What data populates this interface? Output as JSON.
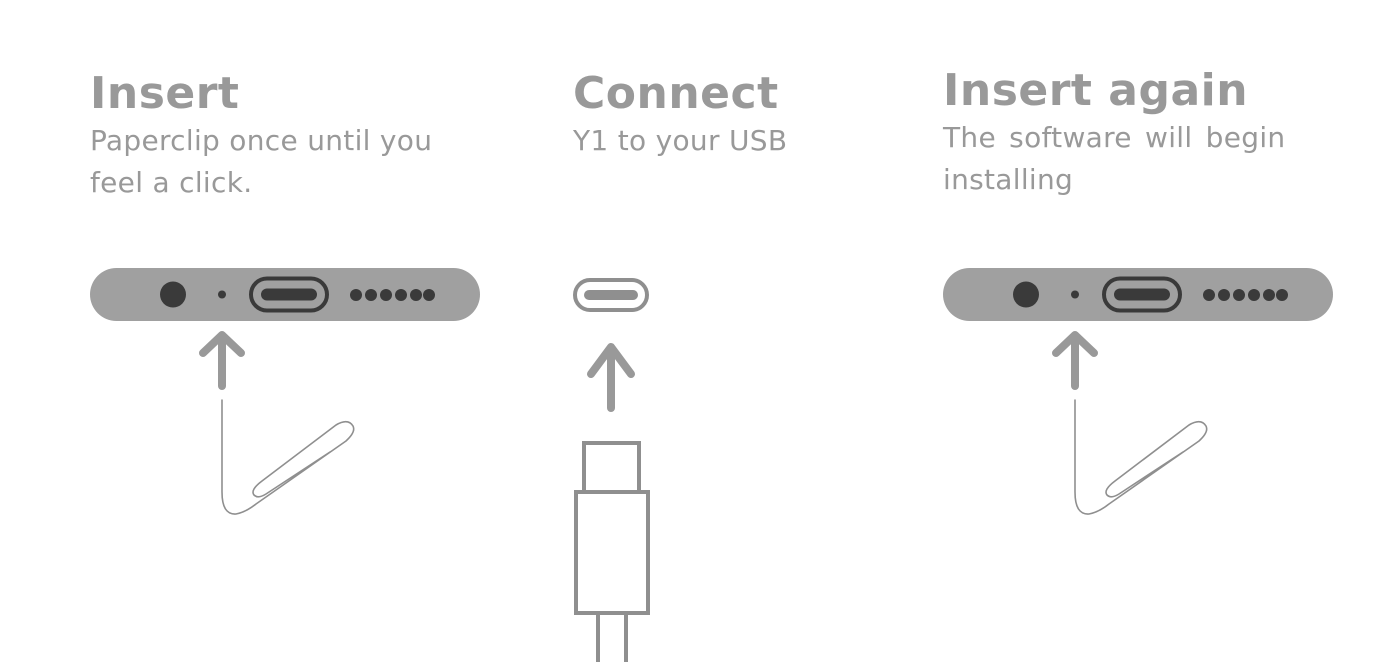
{
  "colors": {
    "text": "#999999",
    "device_bar": "#a0a0a0",
    "port_dark": "#3a3a3a",
    "arrow": "#999999",
    "outline": "#8f8f8f",
    "background": "#ffffff"
  },
  "steps": [
    {
      "title": "Insert",
      "description": "Paperclip once until you feel a click.",
      "illustration": [
        "device-bottom-edge",
        "up-arrow-icon",
        "paperclip-icon"
      ]
    },
    {
      "title": "Connect",
      "description": "Y1 to your USB",
      "illustration": [
        "usb-c-port-icon",
        "up-arrow-icon",
        "usb-c-plug-icon"
      ]
    },
    {
      "title": "Insert again",
      "description": "The software will begin installing",
      "illustration": [
        "device-bottom-edge",
        "up-arrow-icon",
        "paperclip-icon"
      ]
    }
  ]
}
